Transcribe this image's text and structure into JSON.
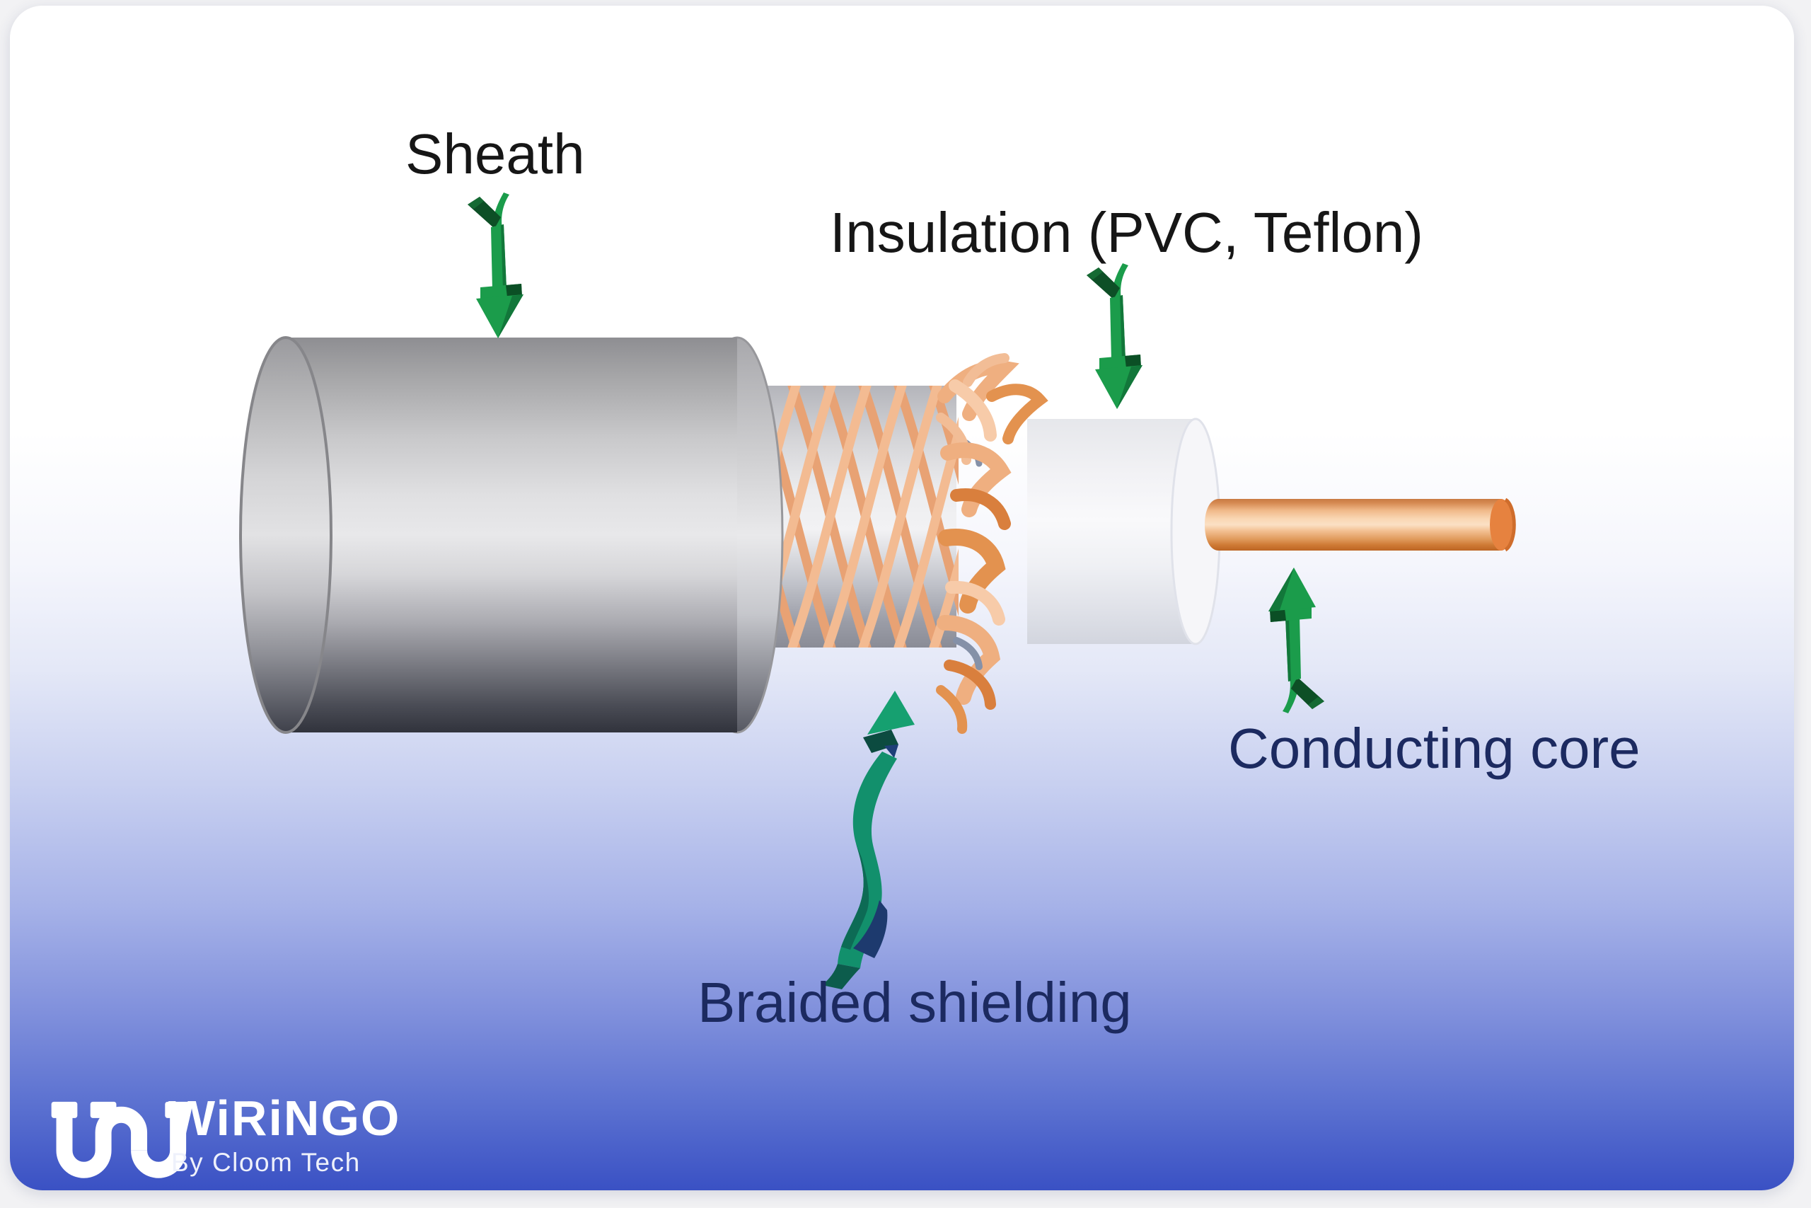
{
  "diagram": {
    "labels": {
      "sheath": "Sheath",
      "insulation": "Insulation (PVC, Teflon)",
      "braided_shielding": "Braided shielding",
      "conducting_core": "Conducting core"
    },
    "colors": {
      "label_black": "#161616",
      "label_navy": "#1c2a60",
      "arrow_green": "#1b9c4b",
      "arrow_green_dark": "#0d4f26",
      "arrow_teal": "#12906c",
      "arrow_teal_dark": "#0c4b40",
      "arrow_navy_fin": "#1d3a6e",
      "sheath_gray": "#c9c9cb",
      "braid_strand_copper": "#f2b58c",
      "insulation_white": "#f5f5f8",
      "core_copper": "#e0934f",
      "card_bottom_blue": "#3a51c4"
    }
  },
  "logo": {
    "brand": "WiRiNGO",
    "tagline": "By Cloom Tech"
  }
}
